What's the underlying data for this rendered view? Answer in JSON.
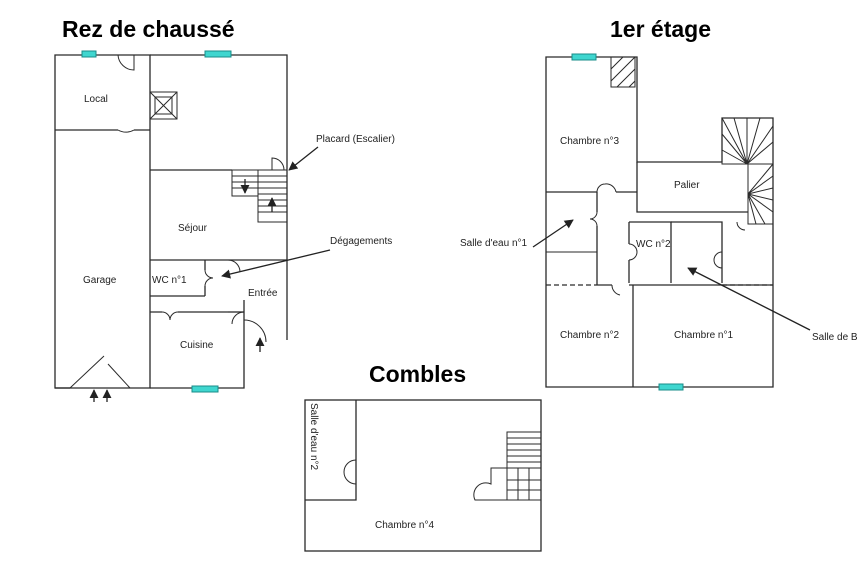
{
  "titles": {
    "ground": "Rez de chaussé",
    "first": "1er étage",
    "attic": "Combles"
  },
  "ground_rooms": {
    "local": "Local",
    "garage": "Garage",
    "sejour": "Séjour",
    "wc1": "WC n°1",
    "entree": "Entrée",
    "cuisine": "Cuisine"
  },
  "ground_callouts": {
    "placard": "Placard (Escalier)",
    "degagements": "Dégagements"
  },
  "first_rooms": {
    "chambre3": "Chambre n°3",
    "palier": "Palier",
    "wc2": "WC n°2",
    "chambre2": "Chambre n°2",
    "chambre1": "Chambre n°1"
  },
  "first_callouts": {
    "salle_eau1": "Salle d'eau n°1",
    "salle_bain": "Salle de B"
  },
  "attic_rooms": {
    "salle_eau2": "Salle d'eau n°2",
    "chambre4": "Chambre n°4"
  }
}
